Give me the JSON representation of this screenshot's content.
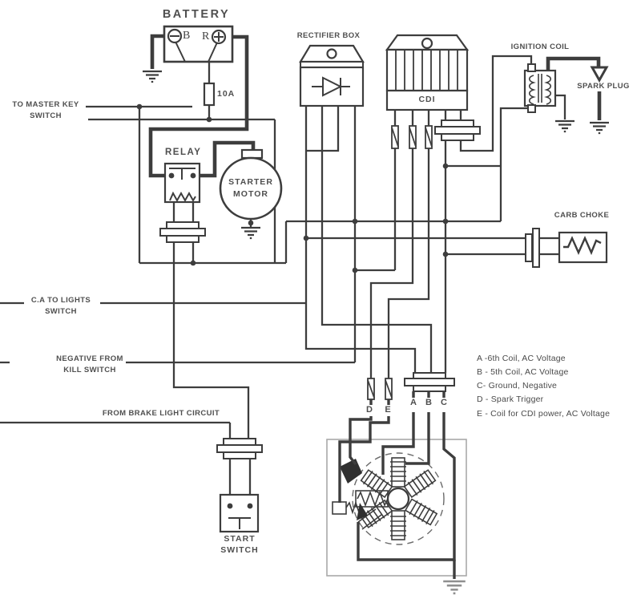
{
  "diagram": {
    "battery": {
      "label": "BATTERY",
      "neg_terminal": "B",
      "pos_terminal": "R",
      "fuse": "10A"
    },
    "components": {
      "rectifier": "RECTIFIER BOX",
      "cdi": "CDI",
      "ignition_coil": "IGNITION COIL",
      "spark_plug": "SPARK PLUG",
      "carb_choke": "CARB CHOKE",
      "relay": "RELAY",
      "starter_line1": "STARTER",
      "starter_line2": "MOTOR",
      "start_switch_line1": "START",
      "start_switch_line2": "SWITCH"
    },
    "wires": {
      "master_key_line1": "TO MASTER KEY",
      "master_key_line2": "SWITCH",
      "lights_line1": "C.A TO LIGHTS",
      "lights_line2": "SWITCH",
      "kill_line1": "NEGATIVE FROM",
      "kill_line2": "KILL SWITCH",
      "brake": "FROM BRAKE LIGHT CIRCUIT"
    },
    "pins": {
      "a": "A",
      "b": "B",
      "c": "C",
      "d": "D",
      "e": "E"
    },
    "legend": [
      "A -6th Coil, AC Voltage",
      "B - 5th Coil, AC Voltage",
      "C- Ground, Negative",
      "D - Spark Trigger",
      "E - Coil for CDI power, AC Voltage"
    ],
    "colors": {
      "line": "#3d3d3d",
      "text": "#4f4f4f",
      "stator_box": "#a8a8a8",
      "ground_gray": "#8f8f8f"
    }
  }
}
